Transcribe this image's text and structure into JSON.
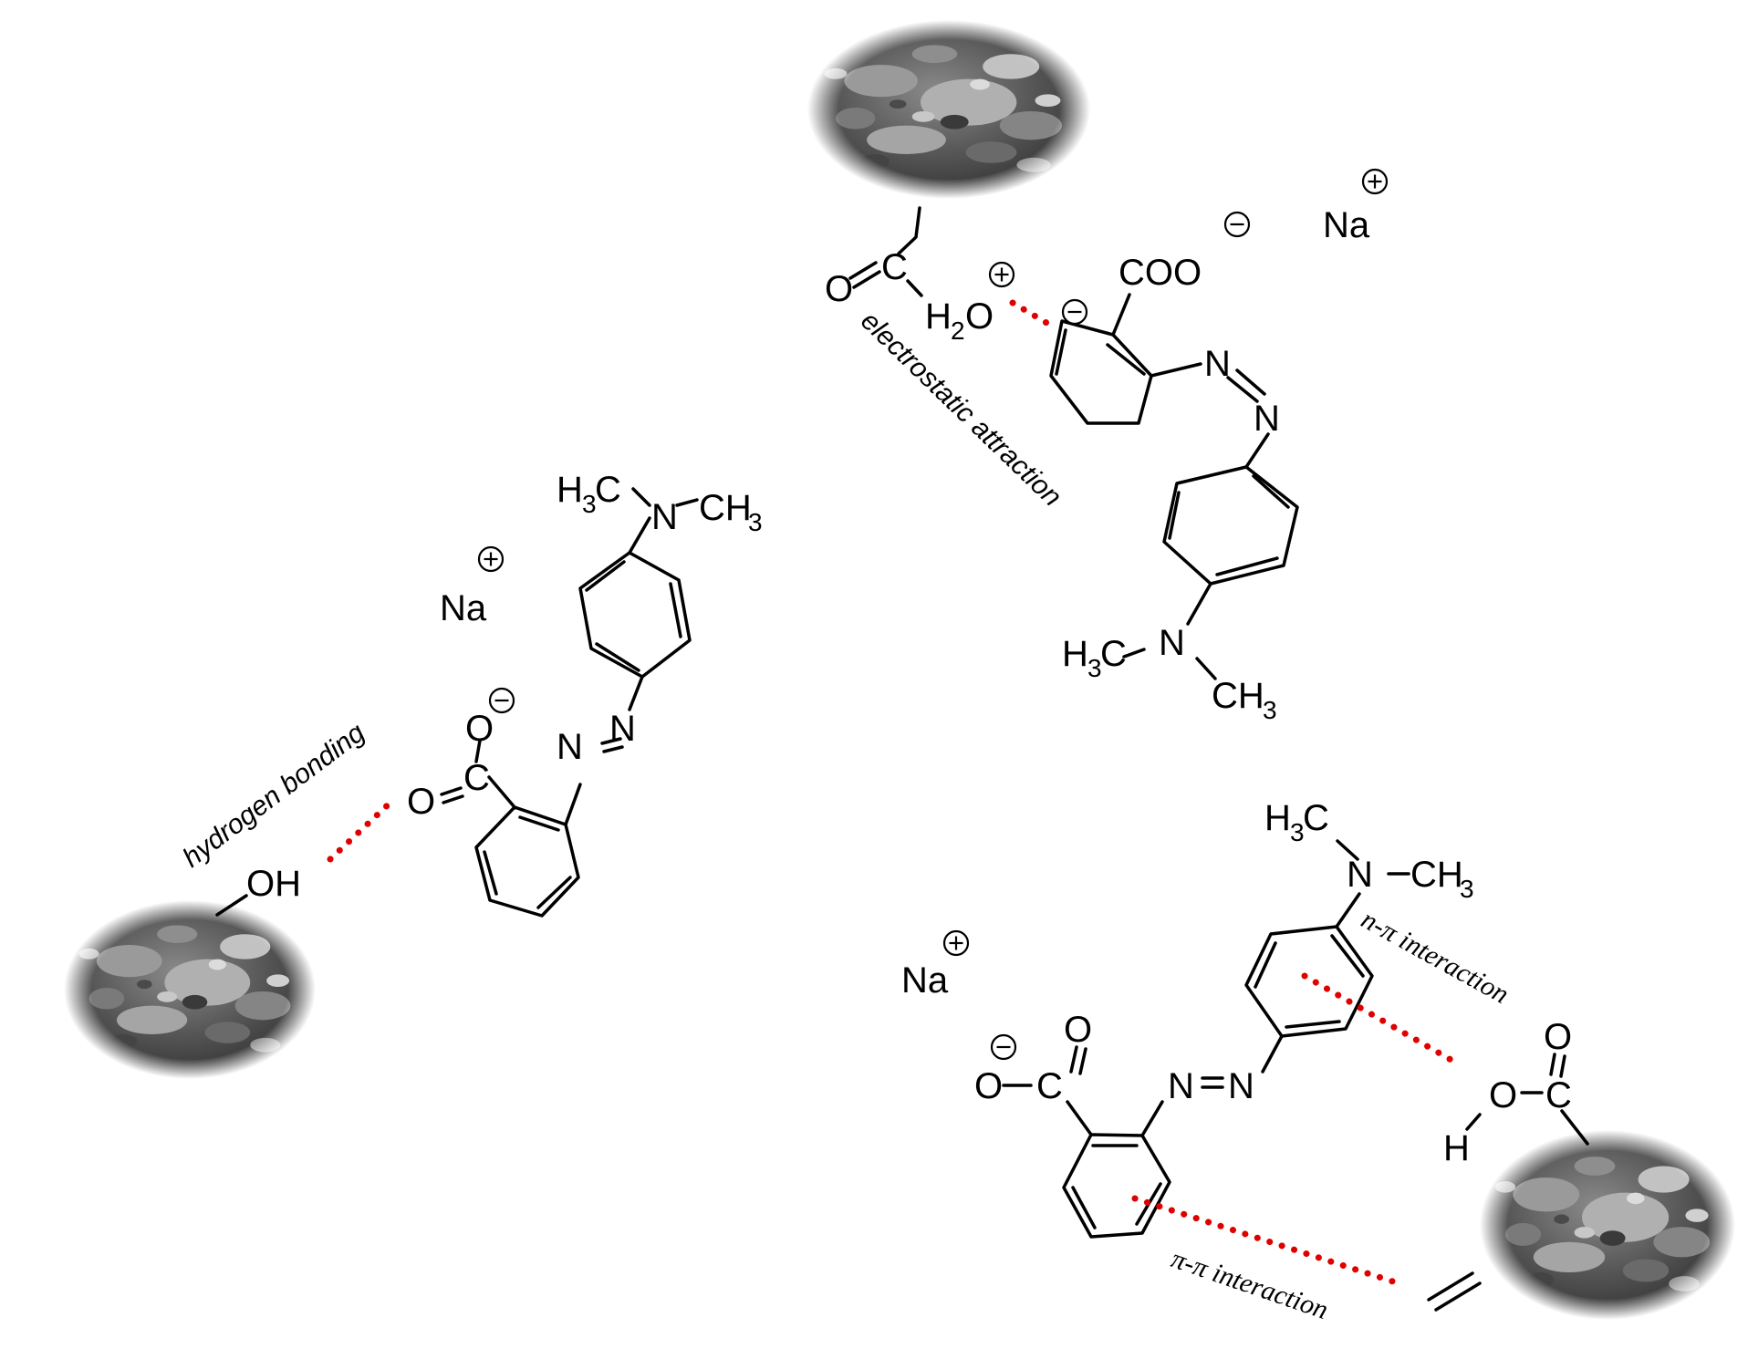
{
  "colors": {
    "interaction": "#e00000",
    "bond": "#000000",
    "particle": "#555555"
  },
  "atoms": {
    "top": {
      "o_carbonyl": "O",
      "c_carbonyl": "C",
      "h2o_h": "H",
      "h2o_sub": "2",
      "h2o_o": "O",
      "coo": "COO",
      "na": "Na",
      "n1": "N",
      "n2": "N",
      "h3c_h": "H",
      "h3c_sub": "3",
      "h3c_c": "C",
      "n_amine": "N",
      "ch3_c": "CH",
      "ch3_sub": "3"
    },
    "left": {
      "h3c_h": "H",
      "h3c_sub": "3",
      "h3c_c": "C",
      "n_amine": "N",
      "ch3_c": "CH",
      "ch3_sub": "3",
      "na": "Na",
      "o_minus": "O",
      "o_carbonyl": "O",
      "c_carbonyl": "C",
      "n1": "N",
      "n2": "N",
      "oh": "OH"
    },
    "bottom": {
      "h3c_h": "H",
      "h3c_sub": "3",
      "h3c_c": "C",
      "n_amine": "N",
      "ch3_c": "CH",
      "ch3_sub": "3",
      "na": "Na",
      "o_top": "O",
      "o_minus": "O",
      "c_carboxylate": "C",
      "n1": "N",
      "n2": "N",
      "o_acid_top": "O",
      "o_acid": "O",
      "c_acid": "C",
      "h_acid": "H"
    }
  },
  "labels": {
    "electrostatic": "electrostatic attraction",
    "hydrogen": "hydrogen bonding",
    "n_pi": "n-π interaction",
    "pi_pi": "π-π interaction"
  },
  "particles": [
    {
      "name": "adsorbent-particle-top",
      "texture": "porous-grey"
    },
    {
      "name": "adsorbent-particle-left",
      "texture": "porous-grey"
    },
    {
      "name": "adsorbent-particle-bottom",
      "texture": "porous-grey"
    }
  ]
}
